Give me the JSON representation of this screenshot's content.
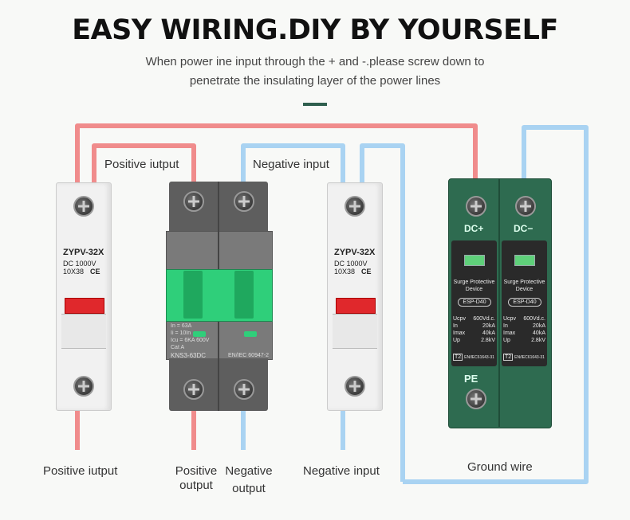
{
  "header": {
    "title": "EASY WIRING.DIY BY YOURSELF",
    "subtitle_line1": "When power ine input through the + and -.please screw down to",
    "subtitle_line2": "penetrate the insulating layer of the power lines"
  },
  "labels": {
    "top_positive_iutput": "Positive iutput",
    "top_negative_input": "Negative input",
    "bottom_positive_iutput": "Positive iutput",
    "bottom_positive_output_1": "Positive",
    "bottom_positive_output_2": "output",
    "bottom_negative_output_1": "Negative",
    "bottom_negative_output_2": "output",
    "bottom_negative_input": "Negative input",
    "ground_wire": "Ground wire"
  },
  "fuse": {
    "model": "ZYPV-32X",
    "voltage": "DC 1000V",
    "size": "10X38",
    "ce": "CE"
  },
  "breaker": {
    "line1": "In = 63A",
    "line2": "Ii = 10In",
    "line3": "Icu = 6KA  600V",
    "line4": "Cat A",
    "model": "KNS3-63DC",
    "standard": "EN/IEC 60947-2"
  },
  "spd": {
    "dc_plus": "DC+",
    "dc_minus": "DC−",
    "device1": "Surge Protective",
    "device2": "Device",
    "model": "ESP-D40",
    "ucpv_label": "Ucpv",
    "ucpv_value": "600Vd.c.",
    "in_label": "In",
    "in_value": "20kA",
    "imax_label": "Imax",
    "imax_value": "40kA",
    "up_label": "Up",
    "up_value": "2.8kV",
    "class": "T2",
    "standard": "EN/IEC61643-31",
    "pe": "PE"
  },
  "colors": {
    "positive_wire": "#f08c8c",
    "negative_wire": "#a9d3f2",
    "spd_green": "#2e6b50",
    "breaker_gray": "#6d6d6d",
    "handle_green": "#2fcf7a",
    "fuse_window": "#e0282c"
  }
}
